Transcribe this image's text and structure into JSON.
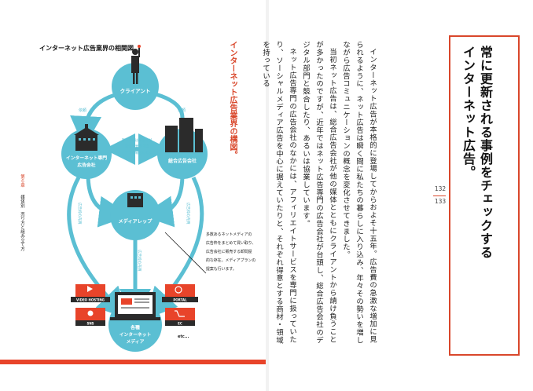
{
  "left_page": {
    "figure_title": "インターネット広告業界の相関図",
    "chapter_label": "第６章",
    "chapter_title": "媒体別　売り方と組み立て方",
    "nodes": {
      "client": "クライアント",
      "net_agency": [
        "インターネット専門",
        "広告会社"
      ],
      "general_agency": "総合広告会社",
      "media_rep": "メディアレップ",
      "media": [
        "各種",
        "インターネット",
        "メディア"
      ]
    },
    "edge_labels": {
      "order_left": "依頼",
      "order_right": "依頼",
      "cooperation": [
        "基本的には競合だが",
        "出資・業務提携",
        "している場合もある"
      ],
      "buy_left": "広告枠の売買",
      "buy_right": "広告枠の売買",
      "buy_center": "広告枠の売買"
    },
    "media_rep_note": [
      "多数あるネットメディアの",
      "広告枠をまとめて買い取り、",
      "広告会社に販売する卸問屋",
      "的な存在。メディアプランの",
      "提案も行います。"
    ],
    "media_tags": [
      "VIDEO HOSTING",
      "PORTAL",
      "SNS",
      "EC",
      "etc..."
    ],
    "colors": {
      "teal": "#5bbfd3",
      "accent": "#e8442a",
      "dark": "#2b2b2b"
    }
  },
  "right_page": {
    "title_lines": [
      "常に更新される事例をチェックする",
      "インターネット広告。"
    ],
    "subhead": "インターネット広告業界の構図。",
    "paragraphs": [
      "インターネット広告が本格的に登場してからおよそ十五年。広告費の急激な増加に見られるように、ネット広告は瞬く間に私たちの暮らしに入り込み、年々その勢いを増しながら広告コミュニケーションの概念を変化させてきました。",
      "当初ネット広告は、総合広告会社が他の媒体とともにクライアントから請け負うことが多かったのですが、近年ではネット広告専門の広告会社が台頭し、総合広告会社のデジタル部門と競合したり、あるいは協業しています。",
      "ネット広告専門の広告会社のなかには、アフィリエイトサービスを専門に扱っていたり、ソーシャルメディア広告を中心に据えていたりと、それぞれ得意とする商材・領域を持っている"
    ],
    "page_numbers": [
      "132",
      "133"
    ]
  }
}
